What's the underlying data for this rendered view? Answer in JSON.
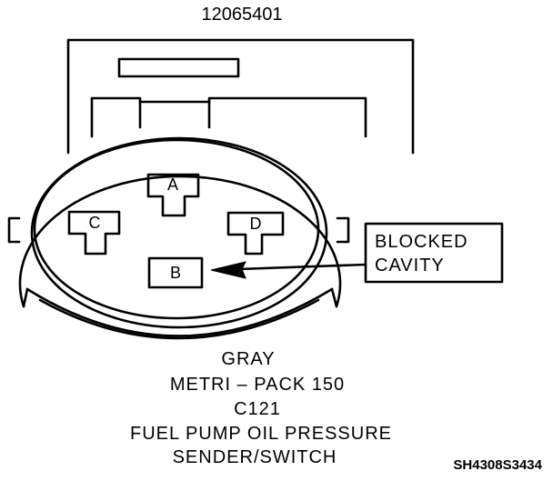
{
  "part_number": "12065401",
  "cavities": [
    {
      "id": "A",
      "label": "A"
    },
    {
      "id": "B",
      "label": "B"
    },
    {
      "id": "C",
      "label": "C"
    },
    {
      "id": "D",
      "label": "D"
    }
  ],
  "callout": {
    "line1": "BLOCKED",
    "line2": "CAVITY"
  },
  "caption": {
    "color": "GRAY",
    "series": "METRI – PACK 150",
    "connector_id": "C121",
    "description_line1": "FUEL PUMP OIL PRESSURE",
    "description_line2": "SENDER/SWITCH"
  },
  "figure_id": "SH4308S3434"
}
